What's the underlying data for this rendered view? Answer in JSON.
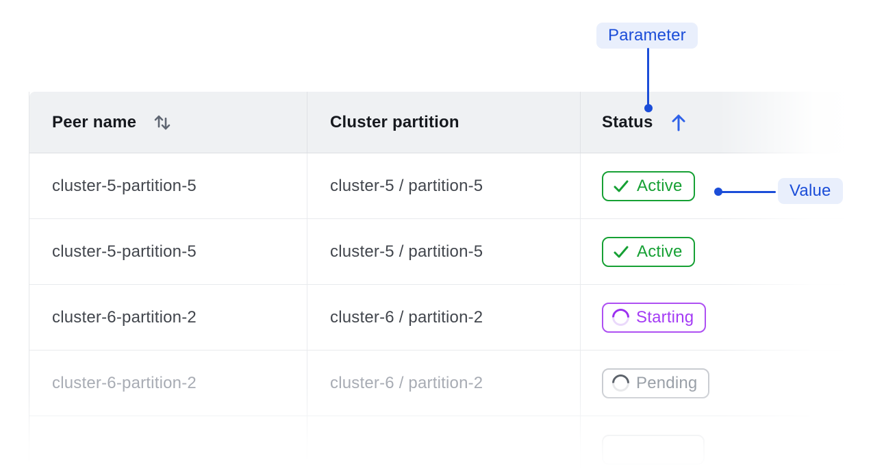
{
  "annotations": {
    "parameter_label": "Parameter",
    "value_label": "Value",
    "accent_color": "#1b4dd8",
    "pill_bg_color": "#e9effc"
  },
  "table": {
    "columns": [
      {
        "label": "Peer name",
        "sort_icon": "sort-both",
        "sort_state": "unsorted"
      },
      {
        "label": "Cluster partition",
        "sort_icon": null,
        "sort_state": null
      },
      {
        "label": "Status",
        "sort_icon": "sort-ascending",
        "sort_state": "ascending"
      }
    ],
    "rows": [
      {
        "peer_name": "cluster-5-partition-5",
        "cluster_partition": "cluster-5 / partition-5",
        "status": {
          "label": "Active",
          "state": "active"
        },
        "faded": false
      },
      {
        "peer_name": "cluster-5-partition-5",
        "cluster_partition": "cluster-5 / partition-5",
        "status": {
          "label": "Active",
          "state": "active"
        },
        "faded": false
      },
      {
        "peer_name": "cluster-6-partition-2",
        "cluster_partition": "cluster-6 / partition-2",
        "status": {
          "label": "Starting",
          "state": "starting"
        },
        "faded": false
      },
      {
        "peer_name": "cluster-6-partition-2",
        "cluster_partition": "cluster-6 / partition-2",
        "status": {
          "label": "Pending",
          "state": "pending"
        },
        "faded": true
      }
    ],
    "partial_row": {
      "status": {
        "label": "",
        "state": "ghost"
      }
    },
    "status_styles": {
      "active": {
        "text": "#16a034",
        "border": "#16a034"
      },
      "starting": {
        "text": "#a43bf5",
        "border": "#ad4ff2",
        "spinner_arc": "#9b2ff0",
        "spinner_ring": "#ead9fb"
      },
      "pending": {
        "text": "#9aa0a8",
        "border": "#c9ccd1",
        "spinner_arc": "#5d636b",
        "spinner_ring": "#e7e8ea"
      },
      "ghost": {
        "border": "#d8dade"
      }
    },
    "header_bg_color": "#eff1f3",
    "sort_arrow_color": "#2f62e8"
  }
}
